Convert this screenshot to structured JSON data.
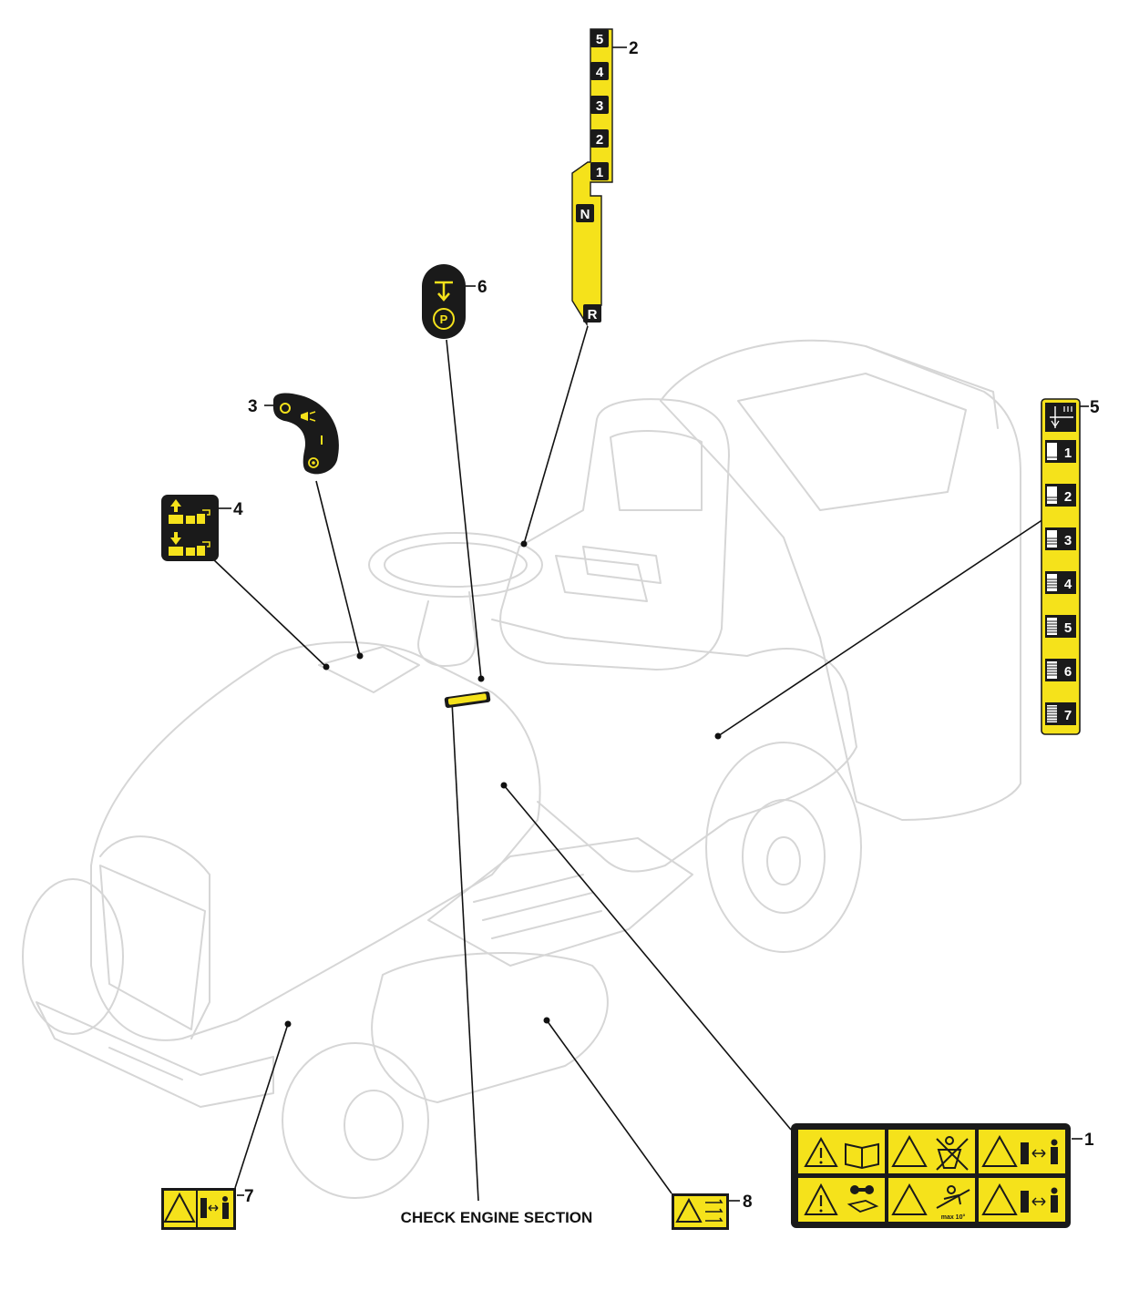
{
  "colors": {
    "decal_yellow": "#f5e21b",
    "decal_black": "#1a1a1a",
    "mower_outline": "#d6d6d6",
    "leader_line": "#111111"
  },
  "callouts": {
    "c1": "1",
    "c2": "2",
    "c3": "3",
    "c4": "4",
    "c5": "5",
    "c6": "6",
    "c7": "7",
    "c8": "8"
  },
  "note": "CHECK ENGINE SECTION",
  "decal_2": {
    "gears": [
      "5",
      "4",
      "3",
      "2",
      "1",
      "N",
      "R"
    ]
  },
  "decal_5": {
    "heights": [
      "1",
      "2",
      "3",
      "4",
      "5",
      "6",
      "7"
    ]
  },
  "decal_1": {
    "slope_text": "max 10°"
  },
  "icons": {
    "warning": "warning-triangle-icon",
    "manual": "read-manual-icon",
    "distance": "keep-distance-icon",
    "parking": "parking-brake-icon",
    "lift": "deck-lift-icon"
  }
}
